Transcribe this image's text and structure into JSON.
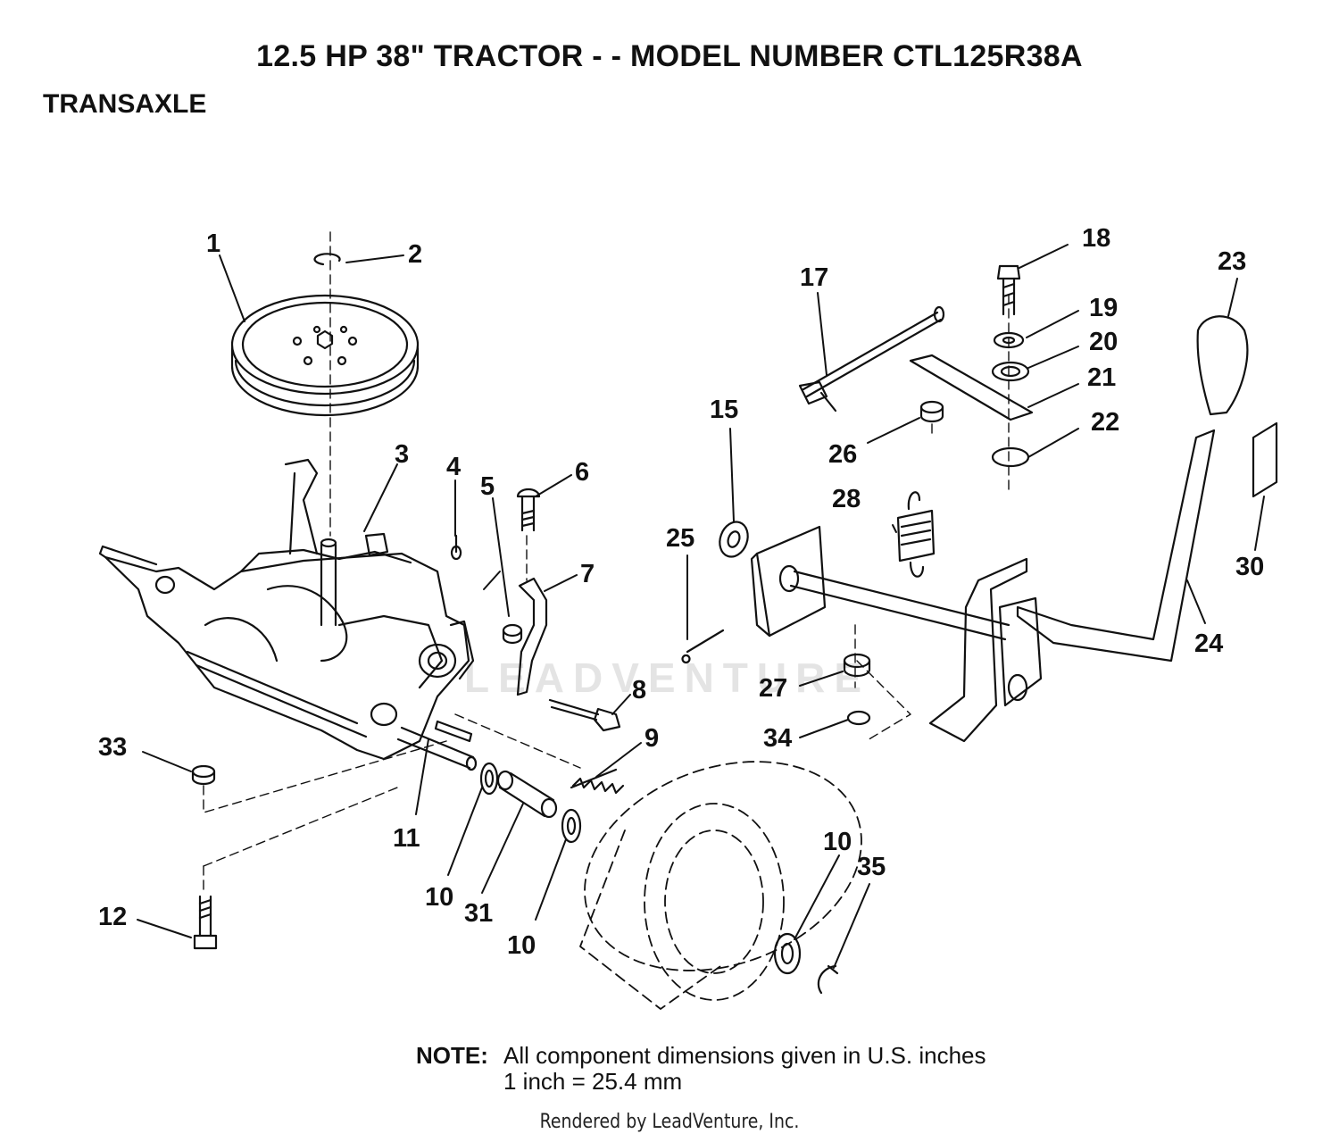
{
  "header": {
    "title": "12.5 HP 38\" TRACTOR - - MODEL NUMBER CTL125R38A",
    "subtitle": "TRANSAXLE"
  },
  "callouts": [
    "1",
    "2",
    "3",
    "4",
    "5",
    "6",
    "7",
    "8",
    "9",
    "10",
    "11",
    "12",
    "15",
    "17",
    "18",
    "19",
    "20",
    "21",
    "22",
    "23",
    "24",
    "25",
    "26",
    "27",
    "28",
    "30",
    "31",
    "33",
    "34",
    "35"
  ],
  "note": {
    "label": "NOTE:",
    "line1": "All component dimensions given in U.S. inches",
    "line2": "1 inch = 25.4 mm"
  },
  "watermark": "LEADVENTURE",
  "footer": {
    "credit": "Rendered by LeadVenture, Inc."
  },
  "colors": {
    "ink": "#111111",
    "background": "#ffffff",
    "watermark": "#e4e4e4"
  }
}
